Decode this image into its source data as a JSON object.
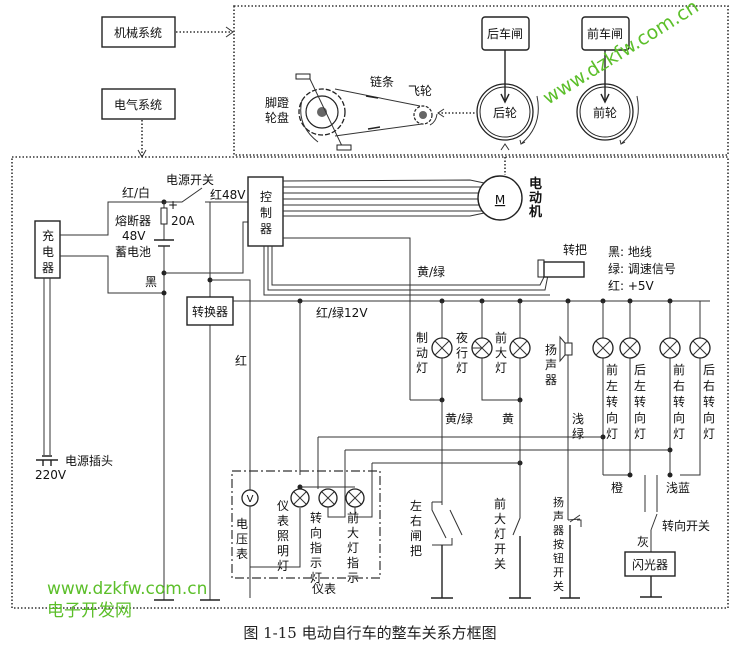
{
  "diagram": {
    "caption": "图 1-15    电动自行车的整车关系方框图",
    "systems": {
      "mechanical": "机械系统",
      "electrical": "电气系统"
    },
    "mechanical": {
      "pedal_chainring": [
        "脚蹬",
        "轮盘"
      ],
      "chain": "链条",
      "flywheel": "飞轮",
      "rear_brake": "后车闸",
      "front_brake": "前车闸",
      "rear_wheel": "后轮",
      "front_wheel": "前轮"
    },
    "electrical": {
      "charger": [
        "充",
        "电",
        "器"
      ],
      "plug": "电源插头",
      "plug_voltage": "220V",
      "wire_red_white": "红/白",
      "power_switch": "电源开关",
      "wire_red_48v": "红48V",
      "fuse": "熔断器",
      "fuse_plus": "+",
      "fuse_rating": "20A",
      "battery_voltage": "48V",
      "battery": "蓄电池",
      "wire_black": "黑",
      "controller": [
        "控",
        "制",
        "器"
      ],
      "motor_symbol": "M",
      "motor_label": [
        "电",
        "动",
        "机"
      ],
      "throttle": "转把",
      "throttle_legend": [
        "黑:  地线",
        "绿:  调速信号",
        "红:  +5V"
      ],
      "wire_yellow_green_top": "黄/绿",
      "converter": "转换器",
      "wire_red_green_12v": "红/绿12V",
      "wire_red": "红",
      "lamps": {
        "brake": [
          "制",
          "动",
          "灯"
        ],
        "night": [
          "夜",
          "行",
          "灯"
        ],
        "headlight": [
          "前",
          "大",
          "灯"
        ],
        "horn": [
          "扬",
          "声",
          "器"
        ],
        "front_left_turn": [
          "前",
          "左",
          "转",
          "向",
          "灯"
        ],
        "rear_left_turn": [
          "后",
          "左",
          "转",
          "向",
          "灯"
        ],
        "front_right_turn": [
          "前",
          "右",
          "转",
          "向",
          "灯"
        ],
        "rear_right_turn": [
          "后",
          "右",
          "转",
          "向",
          "灯"
        ]
      },
      "wire_yellow_green": "黄/绿",
      "wire_yellow": "黄",
      "wire_light_green": [
        "浅",
        "绿"
      ],
      "wire_orange": "橙",
      "wire_light_blue": "浅蓝",
      "wire_gray": "灰",
      "turn_switch": "转向开关",
      "flasher": "闪光器",
      "brake_handle": [
        "左",
        "右",
        "闸",
        "把"
      ],
      "headlight_switch": [
        "前",
        "大",
        "灯",
        "开",
        "关"
      ],
      "horn_button": [
        "扬",
        "声",
        "器",
        "按",
        "钮",
        "开",
        "关"
      ],
      "instrument": {
        "title": "仪表",
        "voltmeter_symbol": "V",
        "voltmeter": [
          "电",
          "压",
          "表"
        ],
        "meter_light": [
          "仪",
          "表",
          "照",
          "明",
          "灯"
        ],
        "turn_indicator": [
          "转",
          "向",
          "指",
          "示",
          "灯"
        ],
        "headlight_indicator": [
          "前",
          "大",
          "灯",
          "指",
          "示"
        ]
      }
    },
    "watermark": {
      "url": "www.dzkfw.com.cn",
      "site": "电子开发网",
      "color": "#5cbf2a"
    }
  }
}
